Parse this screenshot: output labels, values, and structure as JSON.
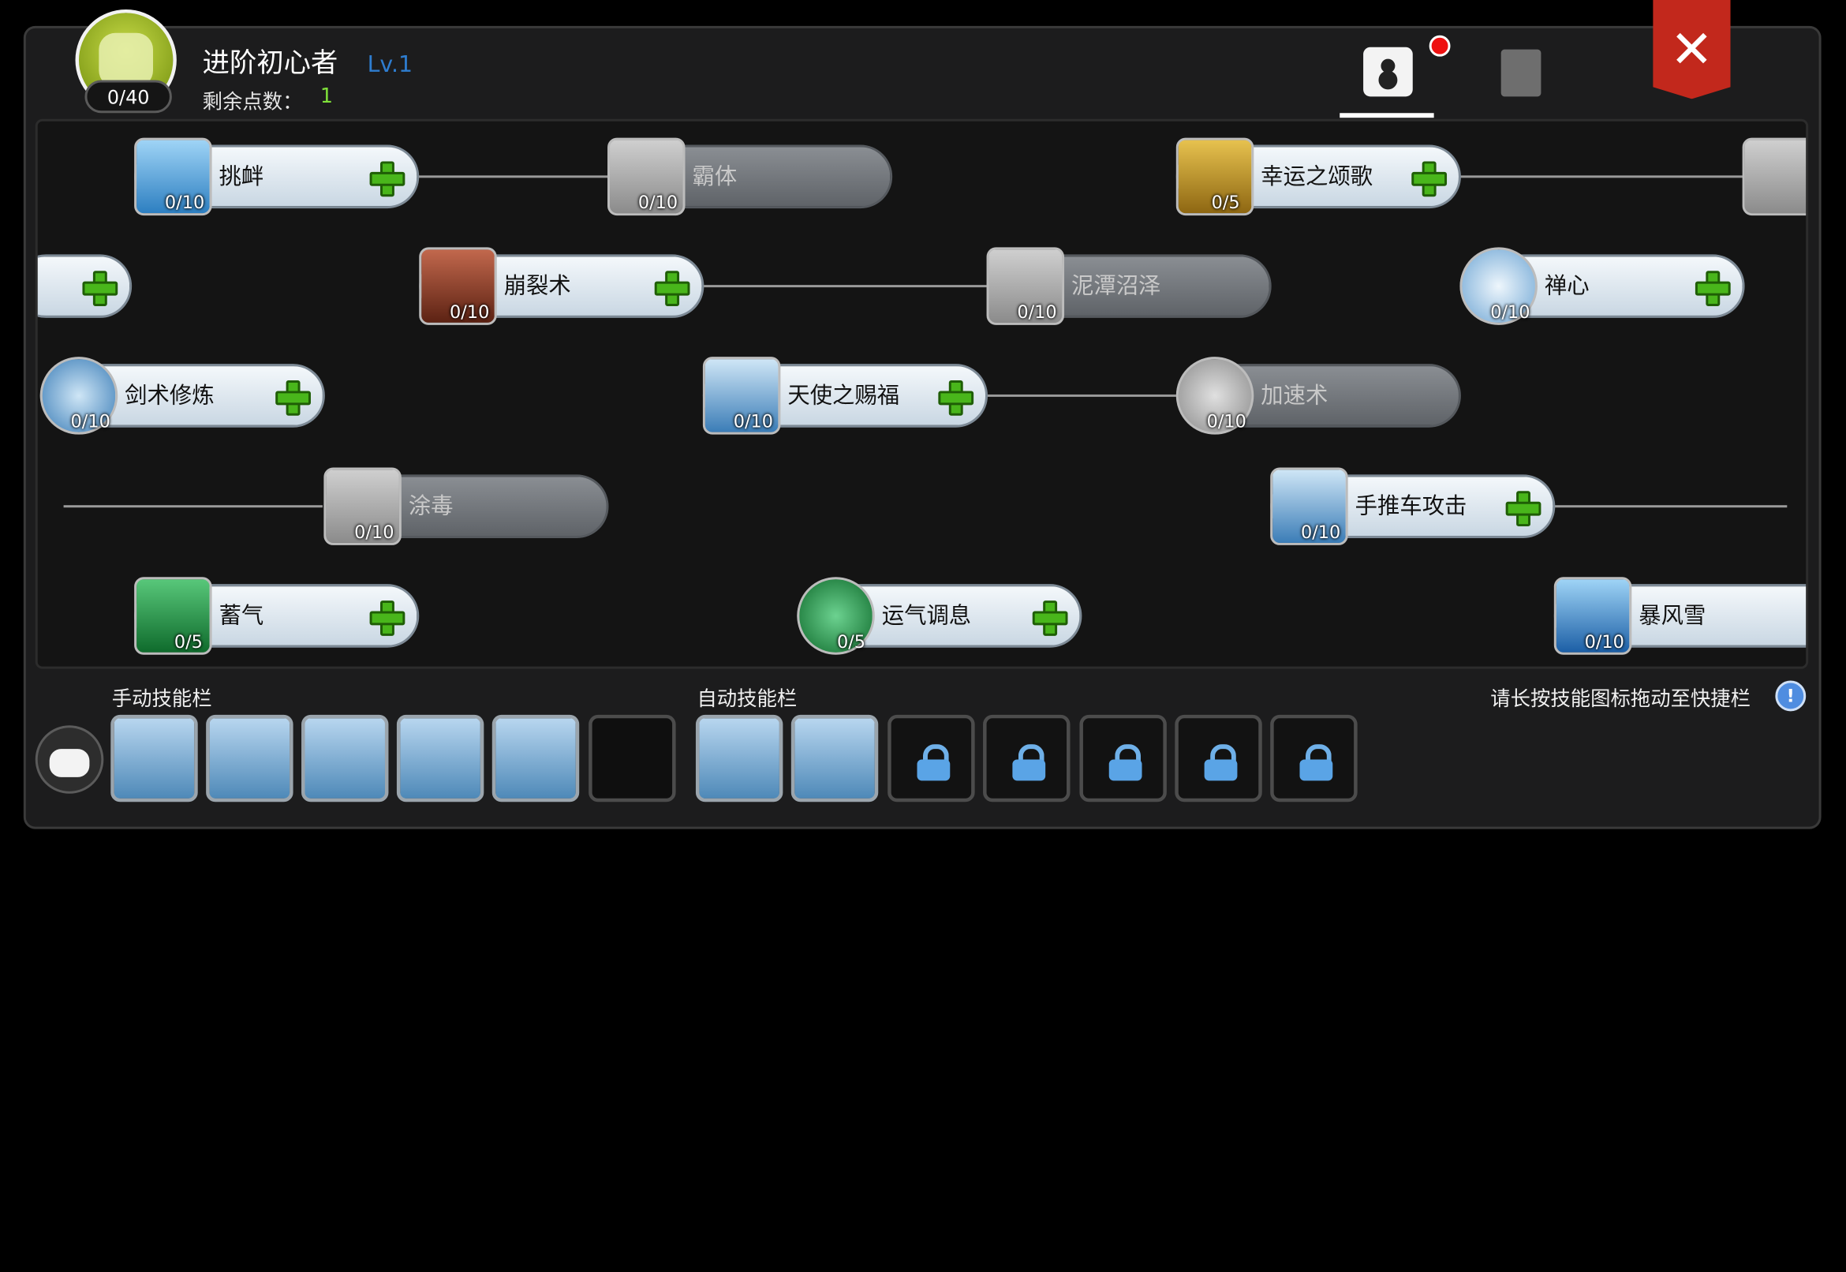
{
  "header": {
    "avatar_count": "0/40",
    "job_name": "进阶初心者",
    "level": "Lv.1",
    "points_label": "剩余点数：",
    "points_value": "1"
  },
  "skills": [
    {
      "name": "挑衅",
      "level": "0/10",
      "active": true
    },
    {
      "name": "霸体",
      "level": "0/10",
      "active": false
    },
    {
      "name": "幸运之颂歌",
      "level": "0/5",
      "active": true
    },
    {
      "name": "崩裂术",
      "level": "0/10",
      "active": true
    },
    {
      "name": "泥潭沼泽",
      "level": "0/10",
      "active": false
    },
    {
      "name": "禅心",
      "level": "0/10",
      "active": true
    },
    {
      "name": "剑术修炼",
      "level": "0/10",
      "active": true
    },
    {
      "name": "天使之赐福",
      "level": "0/10",
      "active": true
    },
    {
      "name": "加速术",
      "level": "0/10",
      "active": false
    },
    {
      "name": "涂毒",
      "level": "0/10",
      "active": false
    },
    {
      "name": "手推车攻击",
      "level": "0/10",
      "active": true
    },
    {
      "name": "蓄气",
      "level": "0/5",
      "active": true
    },
    {
      "name": "运气调息",
      "level": "0/5",
      "active": true
    },
    {
      "name": "暴风雪",
      "level": "0/10",
      "active": true
    }
  ],
  "bars": {
    "manual_label": "手动技能栏",
    "auto_label": "自动技能栏",
    "hint": "请长按技能图标拖动至快捷栏",
    "hint_icon": "!"
  },
  "colors": {
    "accent": "#2e7dd0",
    "points": "#7fe03a",
    "close": "#c2281c",
    "plus": "#49b61b"
  },
  "icons": {
    "close": "close-icon",
    "tab_skill": "skill-book-icon",
    "tab_other": "book-icon",
    "info": "info-icon",
    "avatar": "cat-avatar-icon",
    "lock": "lock-icon"
  }
}
